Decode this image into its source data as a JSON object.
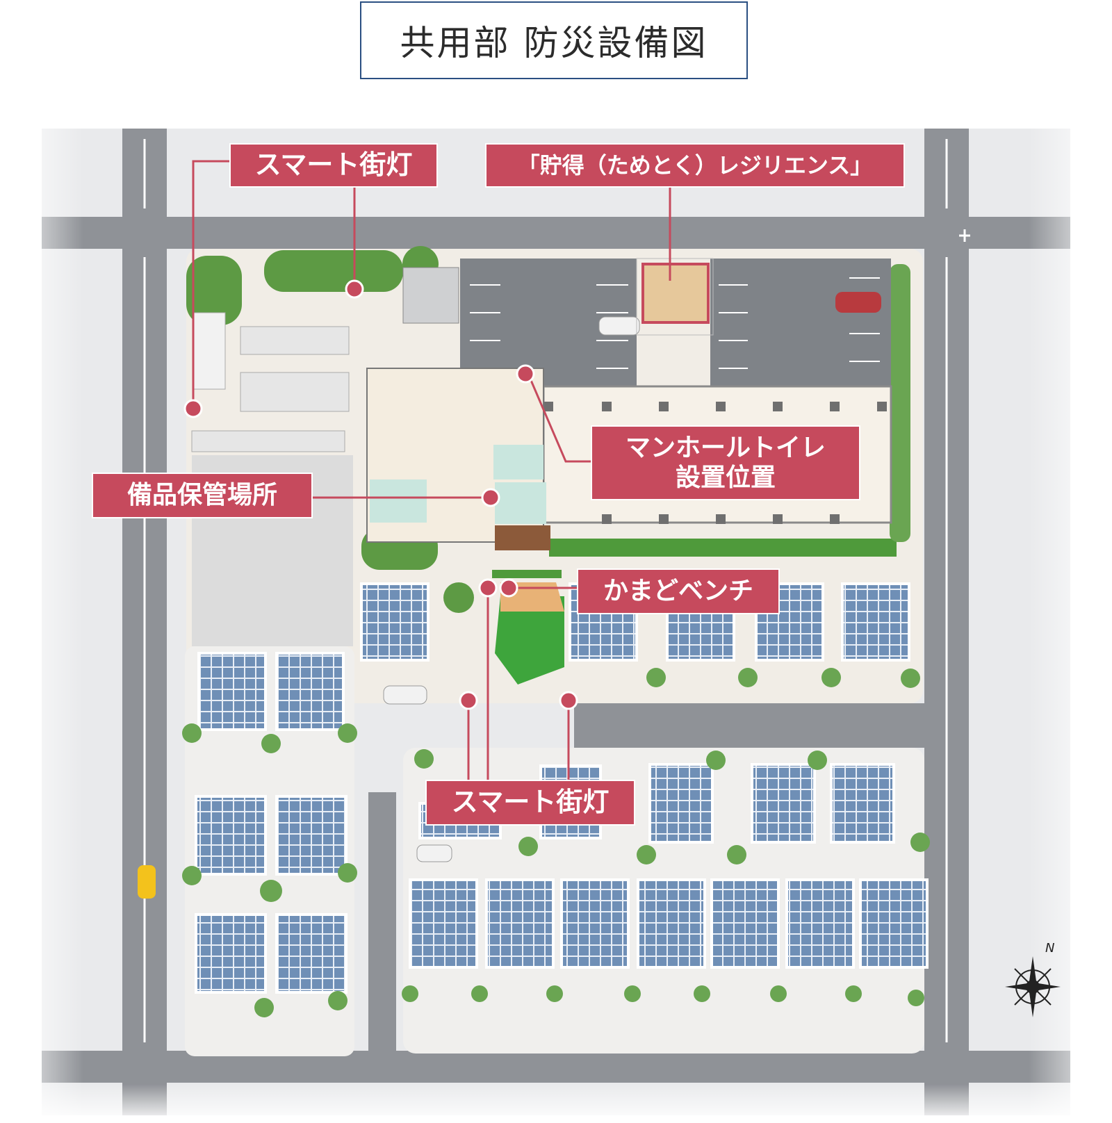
{
  "title": "共用部 防災設備図",
  "labels": {
    "smart_light_top": "スマート街灯",
    "resilience": "「貯得（ためとく）レジリエンス」",
    "manhole_line1": "マンホールトイレ",
    "manhole_line2": "設置位置",
    "storage": "備品保管場所",
    "kamado_bench": "かまどベンチ",
    "smart_light_bottom": "スマート街灯"
  },
  "colors": {
    "label_bg": "#c64a5d",
    "leader_line": "#c64a5d",
    "title_border": "#2a4f82",
    "road": "#8f9297",
    "green": "#5d9a44",
    "solar": "#6f8fb6"
  },
  "compass": {
    "north": "N"
  }
}
